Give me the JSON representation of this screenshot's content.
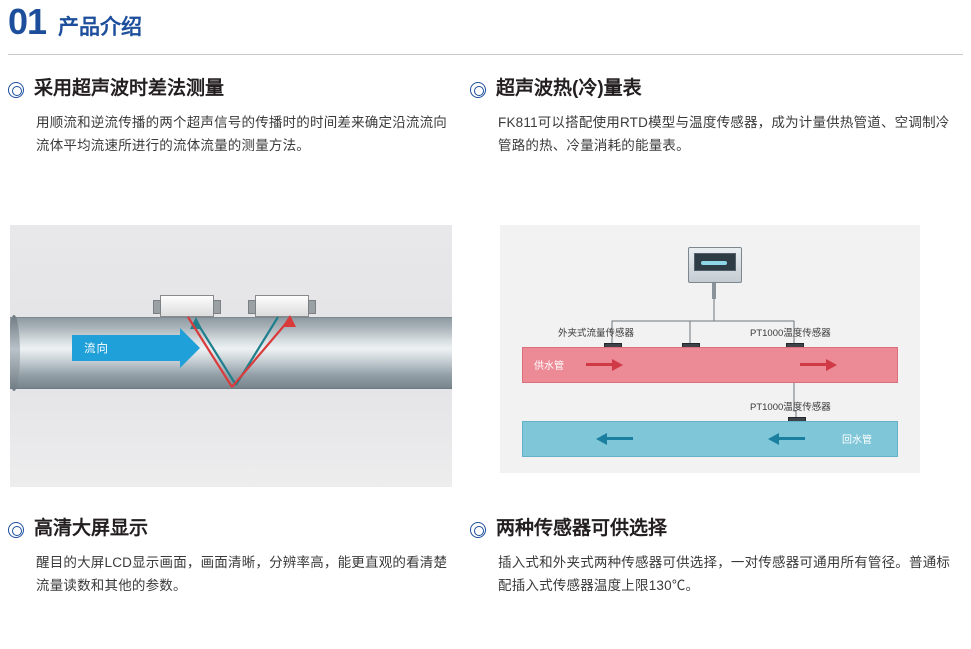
{
  "header": {
    "number": "01",
    "title": "产品介绍"
  },
  "sections": [
    {
      "id": "ultrasonic-time-difference",
      "title": "采用超声波时差法测量",
      "body": "用顺流和逆流传播的两个超声信号的传播时的时间差来确定沿流流向流体平均流速所进行的流体流量的测量方法。"
    },
    {
      "id": "ultrasonic-heat-cool-meter",
      "title": "超声波热(冷)量表",
      "body": "FK811可以搭配使用RTD模型与温度传感器，成为计量供热管道、空调制冷管路的热、冷量消耗的能量表。"
    },
    {
      "id": "hd-large-screen",
      "title": "高清大屏显示",
      "body": "醒目的大屏LCD显示画面，画面清晰，分辨率高，能更直观的看清楚流量读数和其他的参数。"
    },
    {
      "id": "two-sensor-types",
      "title": "两种传感器可供选择",
      "body": "插入式和外夹式两种传感器可供选择，一对传感器可通用所有管径。普通标配插入式传感器温度上限130℃。"
    }
  ],
  "figure_pipe": {
    "flow_label": "流向",
    "sensor_a": "transducer-a",
    "sensor_b": "transducer-b"
  },
  "figure_heatmeter": {
    "flow_sensor_label": "外夹式流量传感器",
    "temp_sensor_label_top": "PT1000温度传感器",
    "temp_sensor_label_mid": "PT1000温度传感器",
    "supply_pipe_label": "供水管",
    "return_pipe_label": "回水管"
  },
  "colors": {
    "brand_blue": "#1c4e9c",
    "flow_arrow": "#1fa0d8",
    "supply_pipe": "#ec8a95",
    "return_pipe": "#7fc6d8",
    "ray_red": "#d93a3a",
    "ray_teal": "#1f7f8c"
  }
}
